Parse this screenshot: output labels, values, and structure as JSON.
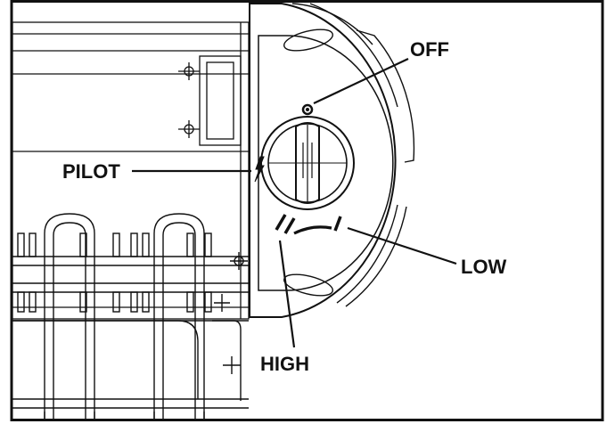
{
  "labels": {
    "off": "OFF",
    "pilot": "PILOT",
    "low": "LOW",
    "high": "HIGH"
  },
  "colors": {
    "ink": "#111111",
    "background": "#ffffff"
  },
  "icons": {
    "pilot_symbol": "lightning-bolt-icon"
  }
}
